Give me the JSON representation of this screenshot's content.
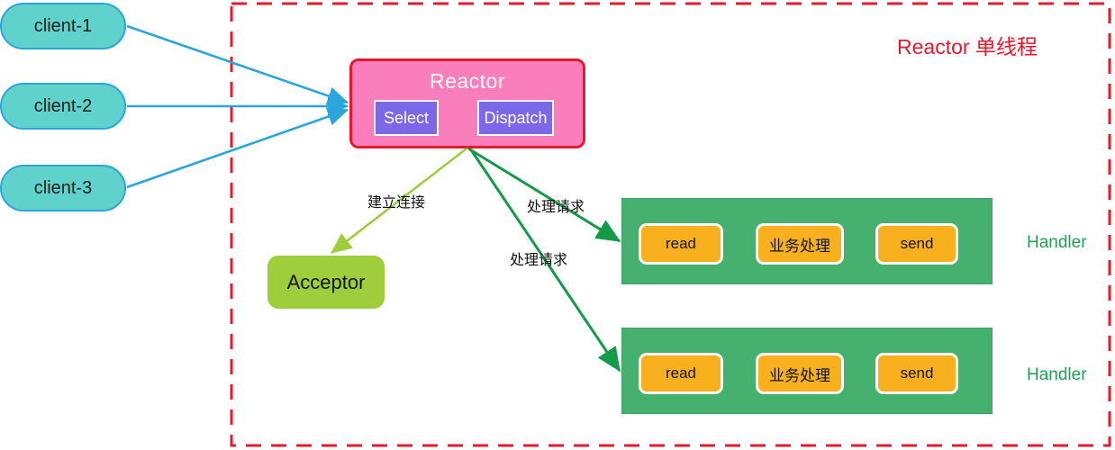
{
  "diagram": {
    "title": "Reactor 单线程",
    "title_color": "#E8192C",
    "boundary": {
      "name": "reactor-single-thread-boundary",
      "style": "dashed",
      "color": "#E8192C"
    },
    "clients": [
      {
        "label": "client-1",
        "fill": "#5FD3CB",
        "stroke": "#2BA5DC"
      },
      {
        "label": "client-2",
        "fill": "#5FD3CB",
        "stroke": "#2BA5DC"
      },
      {
        "label": "client-3",
        "fill": "#5FD3CB",
        "stroke": "#2BA5DC"
      }
    ],
    "reactor": {
      "label": "Reactor",
      "fill": "#F97EBB",
      "stroke": "#E8192C",
      "components": [
        {
          "label": "Select",
          "fill": "#7B68E8"
        },
        {
          "label": "Dispatch",
          "fill": "#7B68E8"
        }
      ]
    },
    "acceptor": {
      "label": "Acceptor",
      "fill": "#9FCE3C"
    },
    "handlers": [
      {
        "label": "Handler",
        "group_fill": "#46B06F",
        "stages": [
          {
            "label": "read",
            "fill": "#F9B01E"
          },
          {
            "label": "业务处理",
            "fill": "#F9B01E"
          },
          {
            "label": "send",
            "fill": "#F9B01E"
          }
        ]
      },
      {
        "label": "Handler",
        "group_fill": "#46B06F",
        "stages": [
          {
            "label": "read",
            "fill": "#F9B01E"
          },
          {
            "label": "业务处理",
            "fill": "#F9B01E"
          },
          {
            "label": "send",
            "fill": "#F9B01E"
          }
        ]
      }
    ],
    "edges": [
      {
        "name": "client-1-to-reactor",
        "label": "",
        "color": "#2BA5DC"
      },
      {
        "name": "client-2-to-reactor",
        "label": "",
        "color": "#2BA5DC"
      },
      {
        "name": "client-3-to-reactor",
        "label": "",
        "color": "#2BA5DC"
      },
      {
        "name": "reactor-to-acceptor",
        "label": "建立连接",
        "color": "#9FCE3C"
      },
      {
        "name": "reactor-to-handler-1",
        "label": "处理请求",
        "color": "#149B48"
      },
      {
        "name": "reactor-to-handler-2",
        "label": "处理请求",
        "color": "#149B48"
      }
    ],
    "stage_arrow_color": "#ffffff"
  }
}
